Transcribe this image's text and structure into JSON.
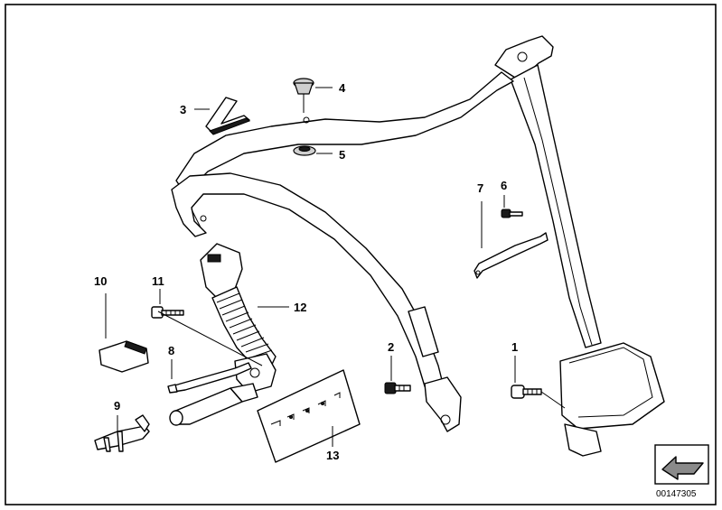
{
  "callouts": {
    "c1": "1",
    "c2": "2",
    "c3": "3",
    "c4": "4",
    "c5": "5",
    "c6": "6",
    "c7": "7",
    "c8": "8",
    "c9": "9",
    "c10": "10",
    "c11": "11",
    "c12": "12",
    "c13": "13"
  },
  "reference_number": "00147305",
  "nav_icon": "arrow-down-left-icon",
  "colors": {
    "line": "#000000",
    "background": "#ffffff",
    "frame": "#000000"
  }
}
